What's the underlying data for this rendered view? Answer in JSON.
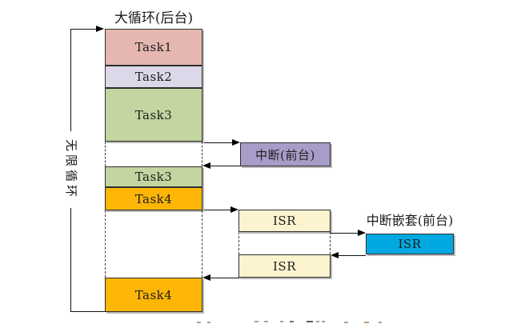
{
  "title": "大循环(后台)",
  "loop_label": "无限循环",
  "stack": {
    "task1": "Task1",
    "task2": "Task2",
    "task3": "Task3",
    "task3_resume": "Task3",
    "task4": "Task4",
    "task4_resume": "Task4"
  },
  "interrupt": {
    "label": "中断(前台)"
  },
  "isr": {
    "first": "ISR",
    "second": "ISR",
    "nested_title": "中断嵌套(前台)",
    "nested_label": "ISR"
  },
  "colors": {
    "task1": "#e6b7b1",
    "task2": "#dcd8e9",
    "task3": "#c3d5a0",
    "task4": "#fdb606",
    "interrupt": "#a89cc8",
    "isr": "#fcf3cf",
    "nested_isr": "#00a9e1",
    "line": "#111111"
  }
}
